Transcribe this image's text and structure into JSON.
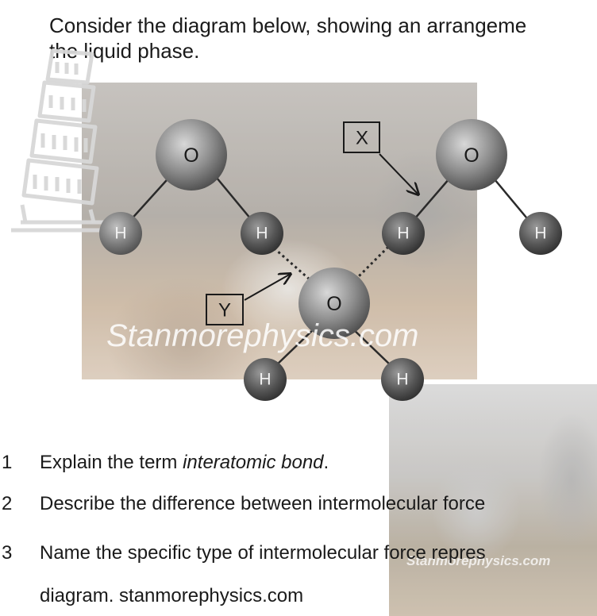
{
  "intro": {
    "line1": "Consider the diagram below, showing an arrangeme",
    "line2": "the liquid phase."
  },
  "diagram": {
    "oxygen_label": "O",
    "hydrogen_label": "H",
    "label_x": "X",
    "label_y": "Y"
  },
  "watermark": {
    "main": "Stanmorephysics.com",
    "small": "Stanmorephysics.com"
  },
  "questions": [
    {
      "num": "1",
      "prefix": "Explain the term ",
      "term": "interatomic bond",
      "suffix": "."
    },
    {
      "num": "2",
      "text": "Describe the difference between intermolecular force"
    },
    {
      "num": "3",
      "text": "Name the specific type of intermolecular force repres"
    },
    {
      "num": "",
      "text": "diagram.    stanmorephysics.com"
    }
  ],
  "colors": {
    "atom_dark": "#3e3e3e",
    "atom_mid": "#8a8a8a",
    "bond": "#2a2a2a"
  }
}
